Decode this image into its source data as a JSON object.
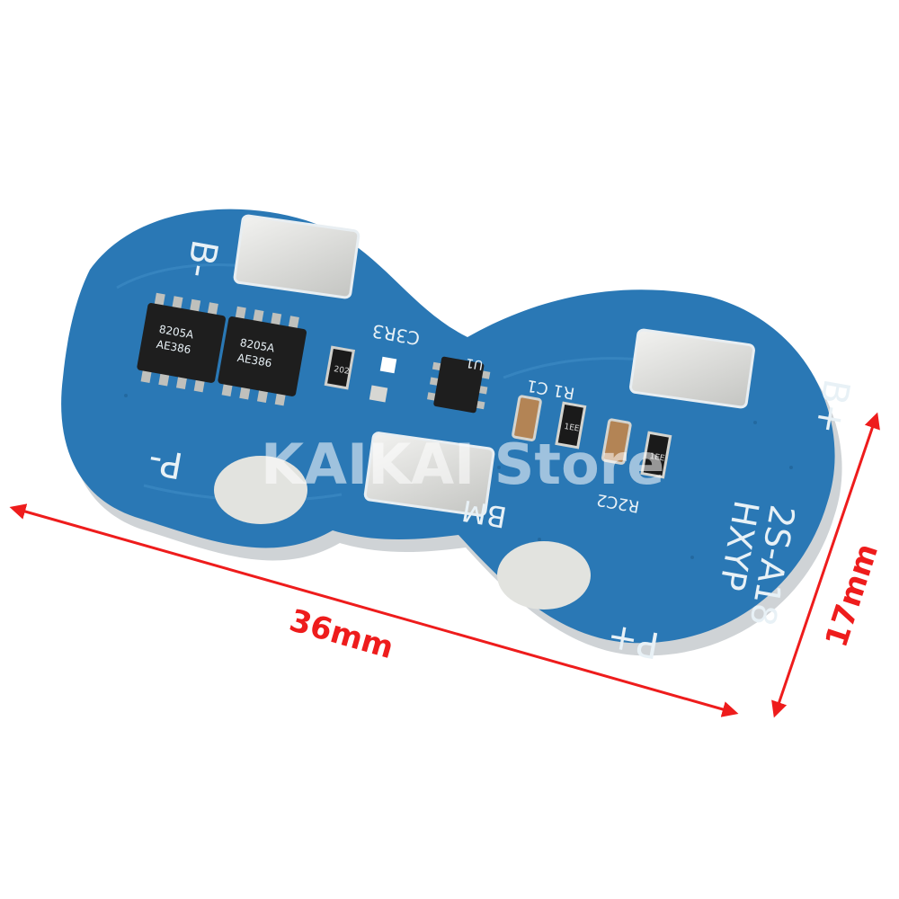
{
  "board": {
    "pad_b_minus": "B-",
    "pad_b_plus": "B+",
    "pad_p_minus": "P-",
    "pad_p_plus": "P+",
    "pad_bm": "BM",
    "model_line1": "HXYP",
    "model_line2": "2S-A18",
    "ref_c3r3": "C3R3",
    "ref_r1c1": "R1 C1",
    "ref_r2c2": "R2C2",
    "ref_u1": "U1",
    "chip1_marking_a": "8205A",
    "chip1_marking_b": "AE386",
    "chip2_marking_a": "8205A",
    "chip2_marking_b": "AE386",
    "resistor1_code": "202",
    "resistor2_code": "1EE",
    "resistor3_code": "1EE"
  },
  "dimensions": {
    "length_label": "36mm",
    "width_label": "17mm",
    "arrow_color": "#ee1c1c"
  },
  "watermark": {
    "text": "KAIKAI Store"
  },
  "colors": {
    "pcb": "#2a78b5",
    "pcb_edge": "#cfd3d6",
    "pad": "#d8d9d6",
    "chip": "#1e1e1e",
    "background": "#ffffff"
  }
}
